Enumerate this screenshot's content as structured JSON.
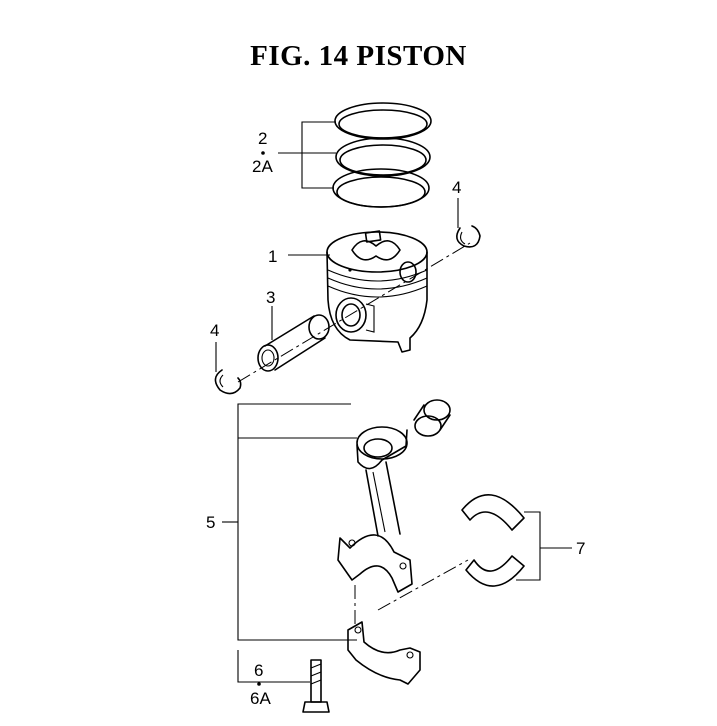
{
  "title": "FIG. 14  PISTON",
  "callouts": {
    "c1": "1",
    "c2": "2",
    "c2a": "2A",
    "c3": "3",
    "c4a": "4",
    "c4b": "4",
    "c5": "5",
    "c6": "6",
    "c6a": "6A",
    "c7": "7"
  }
}
